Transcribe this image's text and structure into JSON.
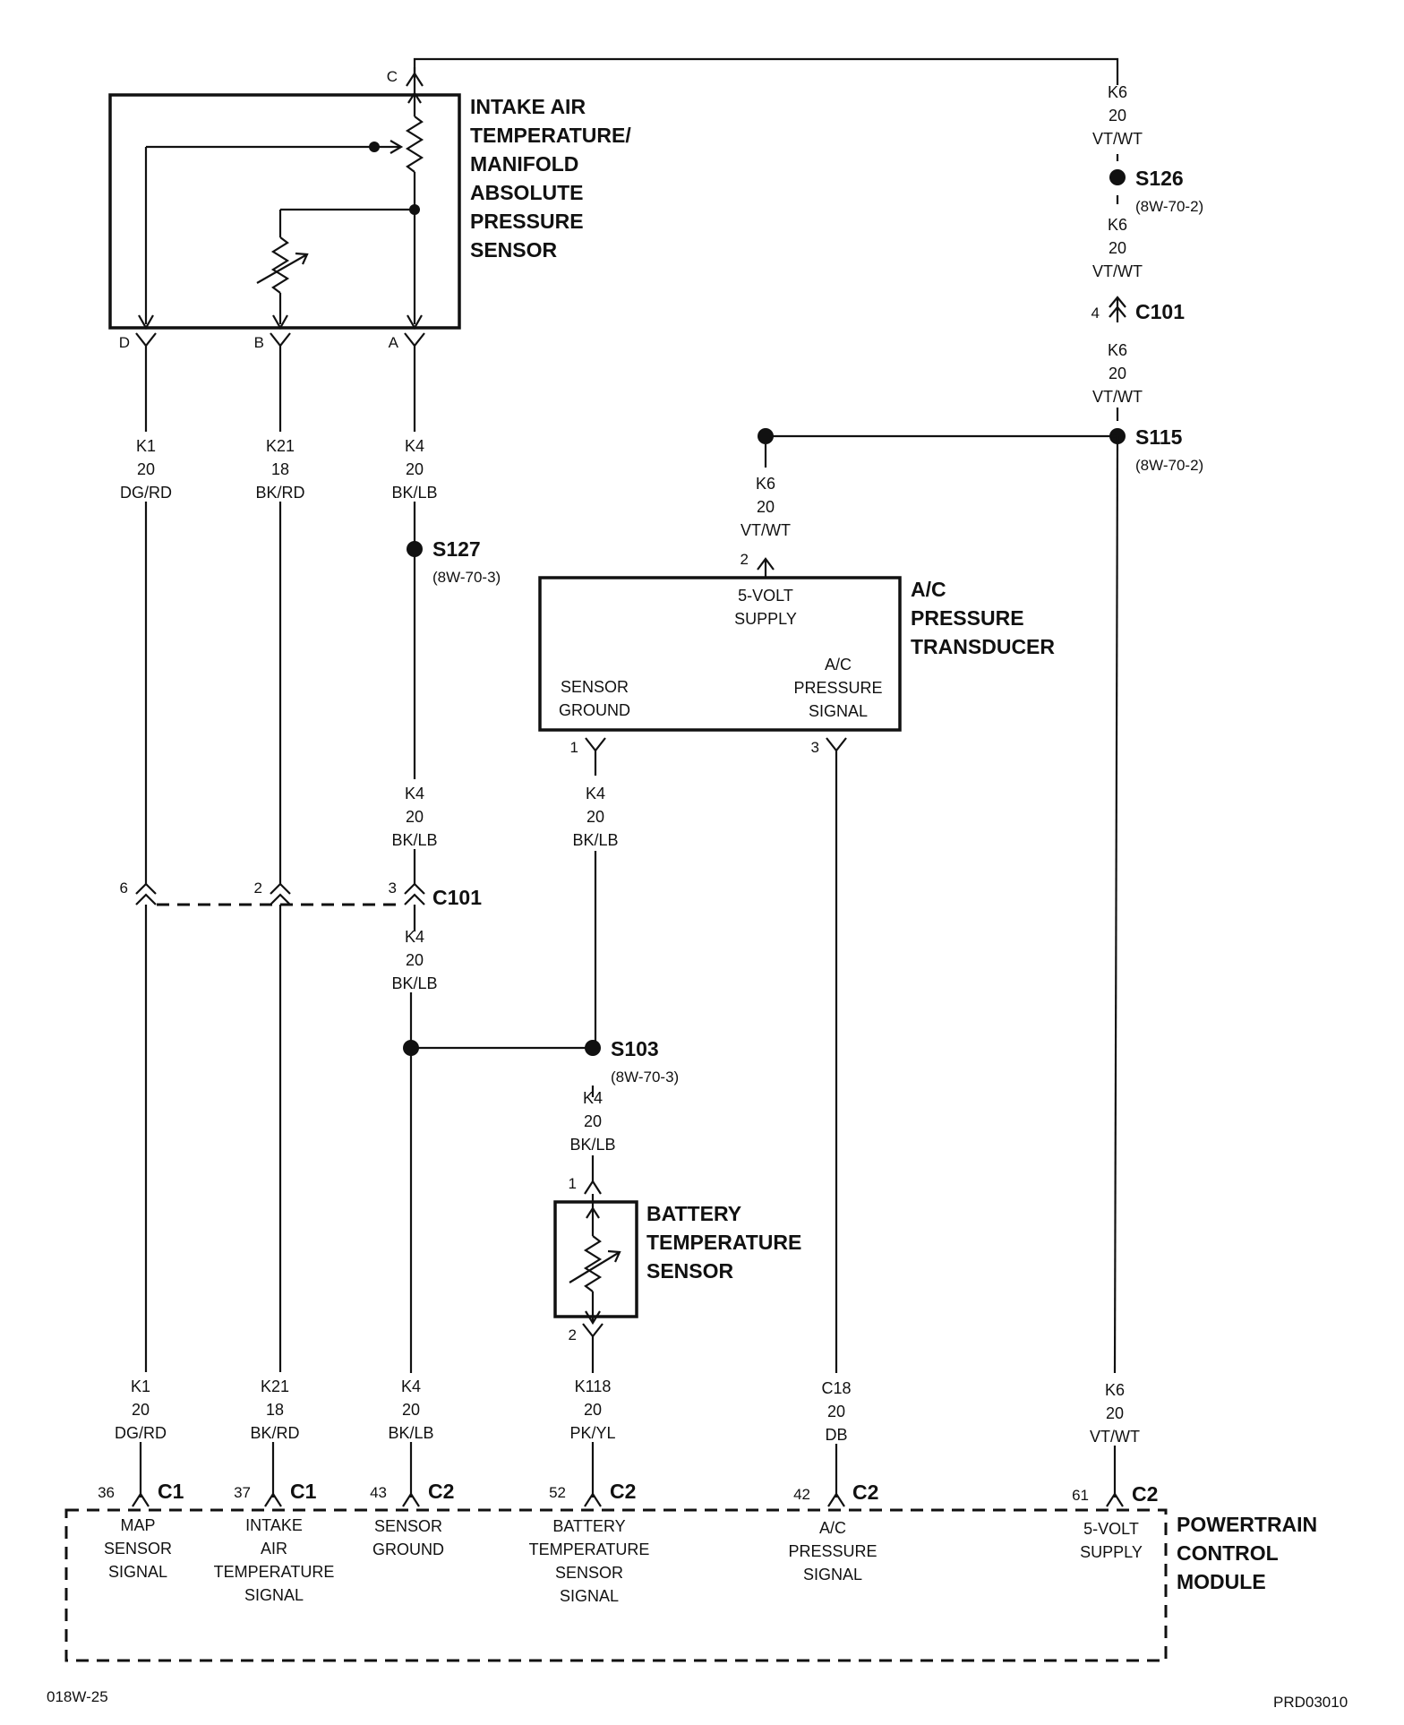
{
  "components": {
    "iat_map_sensor": [
      "INTAKE AIR",
      "TEMPERATURE/",
      "MANIFOLD",
      "ABSOLUTE",
      "PRESSURE",
      "SENSOR"
    ],
    "ac_transducer": [
      "A/C",
      "PRESSURE",
      "TRANSDUCER"
    ],
    "battery_temp_sensor": [
      "BATTERY",
      "TEMPERATURE",
      "SENSOR"
    ],
    "pcm": [
      "POWERTRAIN",
      "CONTROL",
      "MODULE"
    ]
  },
  "iat_pins": {
    "c": "C",
    "d": "D",
    "b": "B",
    "a": "A"
  },
  "ac_internal": {
    "supply": [
      "5-VOLT",
      "SUPPLY"
    ],
    "ground": [
      "SENSOR",
      "GROUND"
    ],
    "signal": [
      "A/C",
      "PRESSURE",
      "SIGNAL"
    ]
  },
  "ac_pins": {
    "p2": "2",
    "p1": "1",
    "p3": "3"
  },
  "bts_pins": {
    "p1": "1",
    "p2": "2"
  },
  "splices": {
    "s126": {
      "name": "S126",
      "ref": "(8W-70-2)"
    },
    "s115": {
      "name": "S115",
      "ref": "(8W-70-2)"
    },
    "s127": {
      "name": "S127",
      "ref": "(8W-70-3)"
    },
    "s103": {
      "name": "S103",
      "ref": "(8W-70-3)"
    }
  },
  "c101": {
    "name": "C101",
    "pin_k6": "4",
    "pin_k1": "6",
    "pin_k21": "2",
    "pin_k4": "3"
  },
  "wires": {
    "k1_top": [
      "K1",
      "20",
      "DG/RD"
    ],
    "k21_top": [
      "K21",
      "18",
      "BK/RD"
    ],
    "k4_top": [
      "K4",
      "20",
      "BK/LB"
    ],
    "k4_mid": [
      "K4",
      "20",
      "BK/LB"
    ],
    "k4_below_c101": [
      "K4",
      "20",
      "BK/LB"
    ],
    "k4_ac": [
      "K4",
      "20",
      "BK/LB"
    ],
    "k4_s103": [
      "K4",
      "20",
      "BK/LB"
    ],
    "k6_1": [
      "K6",
      "20",
      "VT/WT"
    ],
    "k6_2": [
      "K6",
      "20",
      "VT/WT"
    ],
    "k6_3": [
      "K6",
      "20",
      "VT/WT"
    ],
    "k6_ac": [
      "K6",
      "20",
      "VT/WT"
    ],
    "k1_bot": [
      "K1",
      "20",
      "DG/RD"
    ],
    "k21_bot": [
      "K21",
      "18",
      "BK/RD"
    ],
    "k4_bot": [
      "K4",
      "20",
      "BK/LB"
    ],
    "k118_bot": [
      "K118",
      "20",
      "PK/YL"
    ],
    "c18_bot": [
      "C18",
      "20",
      "DB"
    ],
    "k6_bot": [
      "K6",
      "20",
      "VT/WT"
    ]
  },
  "pcm_pins": [
    {
      "pin": "36",
      "conn": "C1",
      "label": [
        "MAP",
        "SENSOR",
        "SIGNAL"
      ]
    },
    {
      "pin": "37",
      "conn": "C1",
      "label": [
        "INTAKE",
        "AIR",
        "TEMPERATURE",
        "SIGNAL"
      ]
    },
    {
      "pin": "43",
      "conn": "C2",
      "label": [
        "SENSOR",
        "GROUND"
      ]
    },
    {
      "pin": "52",
      "conn": "C2",
      "label": [
        "BATTERY",
        "TEMPERATURE",
        "SENSOR",
        "SIGNAL"
      ]
    },
    {
      "pin": "42",
      "conn": "C2",
      "label": [
        "A/C",
        "PRESSURE",
        "SIGNAL"
      ]
    },
    {
      "pin": "61",
      "conn": "C2",
      "label": [
        "5-VOLT",
        "SUPPLY"
      ]
    }
  ],
  "footer": {
    "left": "018W-25",
    "right": "PRD03010"
  }
}
